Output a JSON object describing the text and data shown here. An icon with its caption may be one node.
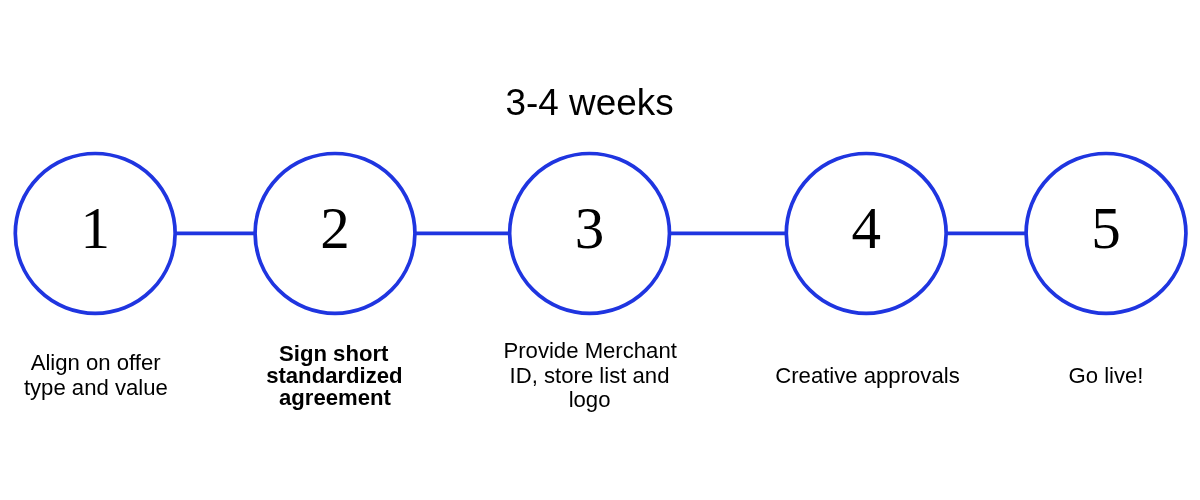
{
  "diagram": {
    "nodes": [
      {
        "text": [
          "1"
        ],
        "beside": [
          "Align on offer type and value"
        ]
      },
      {
        "text": [
          "2"
        ],
        "beside": [
          "Sign short standardized agreement"
        ]
      },
      {
        "text": [
          "3"
        ],
        "beside": [
          "Provide Merchant ID, store list and logo"
        ]
      },
      {
        "text": [
          "4"
        ],
        "beside": [
          "Creative approvals"
        ]
      },
      {
        "text": [
          "5"
        ],
        "beside": [
          "Go live!"
        ]
      }
    ],
    "edges": [
      {
        "from": 0,
        "to": 1,
        "arrow": "none"
      },
      {
        "from": 1,
        "to": 2,
        "arrow": "none"
      },
      {
        "from": 2,
        "to": 3,
        "arrow": "none"
      },
      {
        "from": 3,
        "to": 4,
        "arrow": "none"
      }
    ],
    "labels": [
      "3-4 weeks"
    ]
  }
}
